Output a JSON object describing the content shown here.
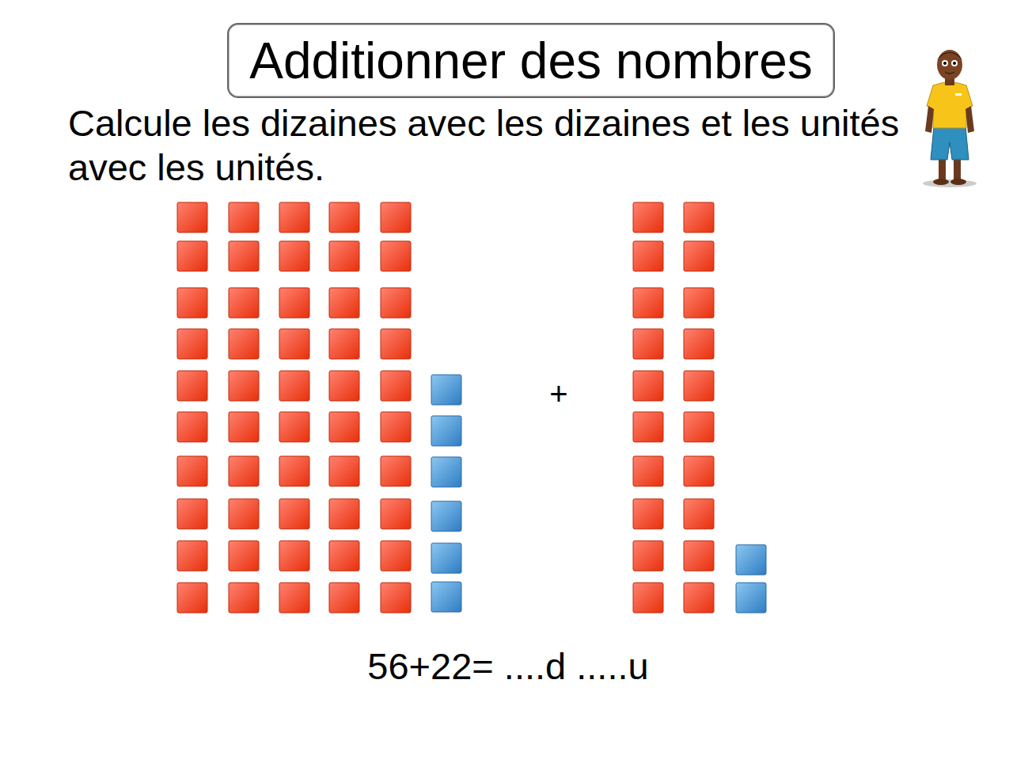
{
  "diagram": {
    "title": "Additionner des nombres",
    "labels": [
      "Calcule les dizaines avec les dizaines et les unités avec les unités.",
      "+",
      "56+22= ....d .....u"
    ]
  }
}
